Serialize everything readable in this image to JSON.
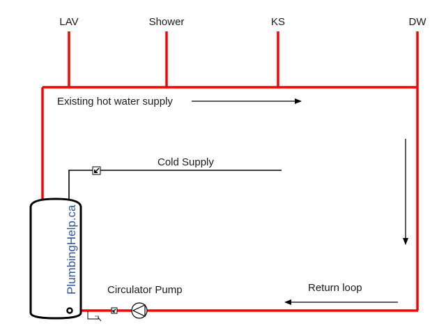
{
  "fixtures": [
    {
      "id": "lav",
      "label": "LAV"
    },
    {
      "id": "shower",
      "label": "Shower"
    },
    {
      "id": "ks",
      "label": "KS"
    },
    {
      "id": "dw",
      "label": "DW"
    }
  ],
  "labels": {
    "hot_supply": "Existing hot water supply",
    "cold_supply": "Cold Supply",
    "circulator_pump": "Circulator Pump",
    "return_loop": "Return loop",
    "tank_brand": "PlumbingHelp.ca"
  },
  "colors": {
    "hot_pipe": "#ff0000",
    "cold_pipe": "#000000",
    "arrow": "#000000",
    "brand_text": "#2f5597"
  }
}
